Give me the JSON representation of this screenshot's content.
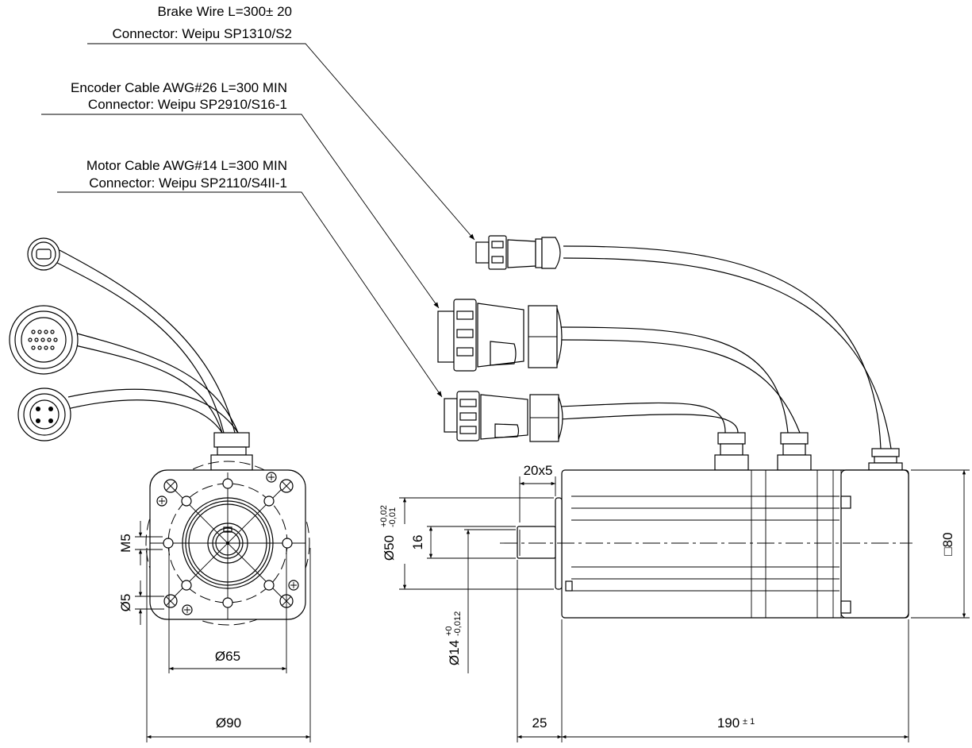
{
  "callouts": {
    "brake": {
      "line1": "Brake Wire L=300± 20",
      "line2": "Connector: Weipu SP1310/S2"
    },
    "encoder": {
      "line1": "Encoder Cable AWG#26 L=300 MIN",
      "line2": "Connector: Weipu SP2910/S16-1"
    },
    "motor": {
      "line1": "Motor Cable AWG#14 L=300 MIN",
      "line2": "Connector: Weipu SP2110/S4II-1"
    }
  },
  "front_view": {
    "m5": "M5",
    "d5": "Ø5",
    "d65": "Ø65",
    "d90": "Ø90"
  },
  "side_view": {
    "key": "20x5",
    "d50": "Ø50",
    "d50_tol_plus": "+0,02",
    "d50_tol_minus": "-0,01",
    "key_height": "16",
    "d14": "Ø14",
    "d14_tol_plus": "+0",
    "d14_tol_minus": "-0,012",
    "shaft_length": "25",
    "body_length": "190",
    "body_length_tol": "± 1",
    "square": "□80"
  }
}
